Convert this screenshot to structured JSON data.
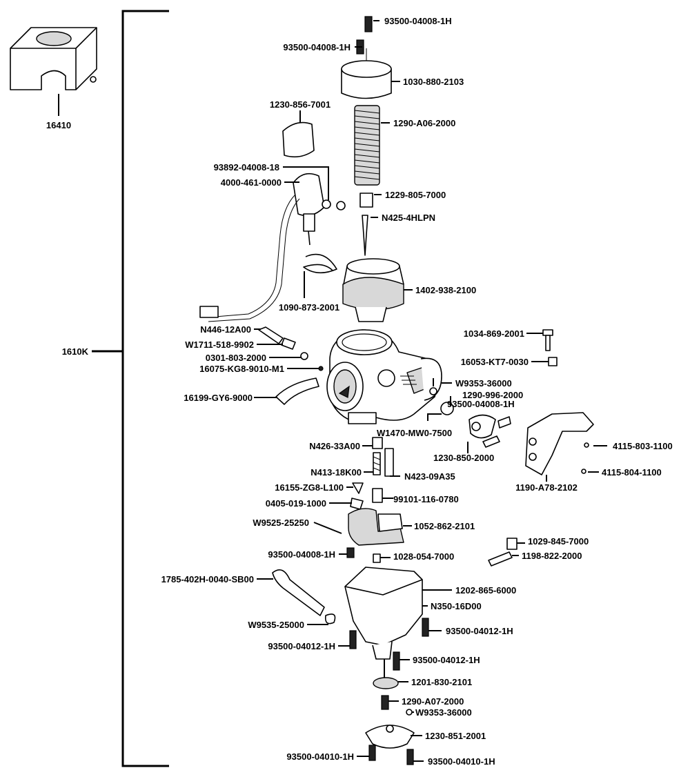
{
  "assembly_label": "1610K",
  "part_labels": [
    "16410",
    "93500-04008-1H",
    "93500-04008-1H",
    "1030-880-2103",
    "1230-856-7001",
    "1290-A06-2000",
    "93892-04008-18",
    "4000-461-0000",
    "1229-805-7000",
    "N425-4HLPN",
    "1402-938-2100",
    "1090-873-2001",
    "N446-12A00",
    "W1711-518-9902",
    "0301-803-2000",
    "16075-KG8-9010-M1",
    "16199-GY6-9000",
    "1034-869-2001",
    "16053-KT7-0030",
    "W9353-36000",
    "1290-996-2000",
    "93500-04008-1H",
    "W1470-MW0-7500",
    "1230-850-2000",
    "N426-33A00",
    "4115-803-1100",
    "N413-18K00",
    "N423-09A35",
    "4115-804-1100",
    "16155-ZG8-L100",
    "1190-A78-2102",
    "0405-019-1000",
    "99101-116-0780",
    "W9525-25250",
    "1052-862-2101",
    "1029-845-7000",
    "93500-04008-1H",
    "1028-054-7000",
    "1198-822-2000",
    "1785-402H-0040-SB00",
    "1202-865-6000",
    "N350-16D00",
    "W9535-25000",
    "93500-04012-1H",
    "93500-04012-1H",
    "93500-04012-1H",
    "1201-830-2101",
    "1290-A07-2000",
    "W9353-36000",
    "1230-851-2001",
    "93500-04010-1H",
    "93500-04010-1H"
  ]
}
